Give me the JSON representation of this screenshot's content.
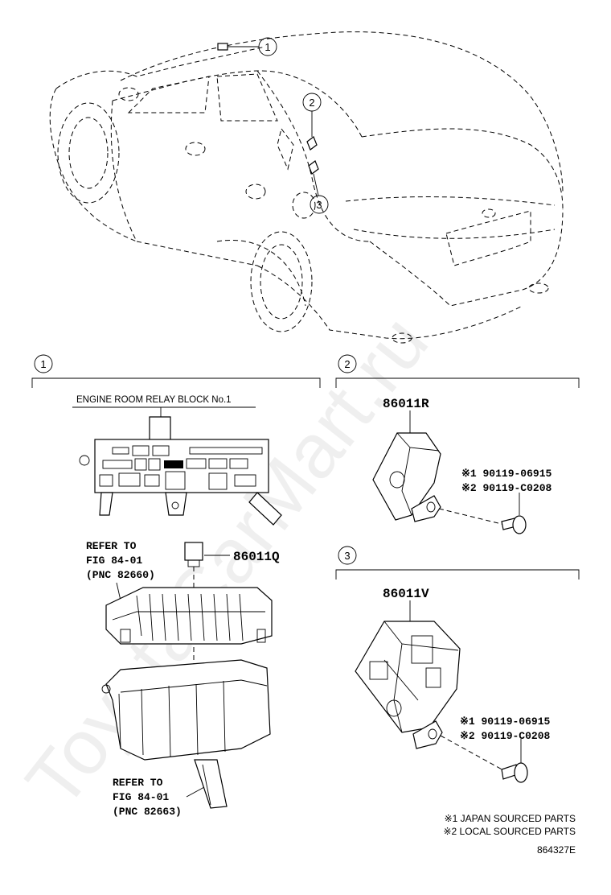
{
  "watermark": "ToyotaCarMart.ru",
  "callouts": {
    "c1": "1",
    "c2": "2",
    "c3": "3"
  },
  "sections": {
    "s1": {
      "number": "1",
      "block_title": "ENGINE ROOM RELAY BLOCK No.1"
    },
    "s2": {
      "number": "2",
      "part_no": "86011R",
      "bolt1": "※1 90119-06915",
      "bolt2": "※2 90119-C0208"
    },
    "s3": {
      "number": "3",
      "part_no": "86011V",
      "bolt1": "※1 90119-06915",
      "bolt2": "※2 90119-C0208"
    }
  },
  "relay_part": "86011Q",
  "refer_upper": {
    "line1": "REFER TO",
    "line2": "FIG 84-01",
    "line3": "(PNC 82660)"
  },
  "refer_lower": {
    "line1": "REFER TO",
    "line2": "FIG 84-01",
    "line3": "(PNC 82663)"
  },
  "legend": {
    "note1": "※1 JAPAN SOURCED PARTS",
    "note2": "※2 LOCAL SOURCED PARTS"
  },
  "figure_id": "864327E"
}
